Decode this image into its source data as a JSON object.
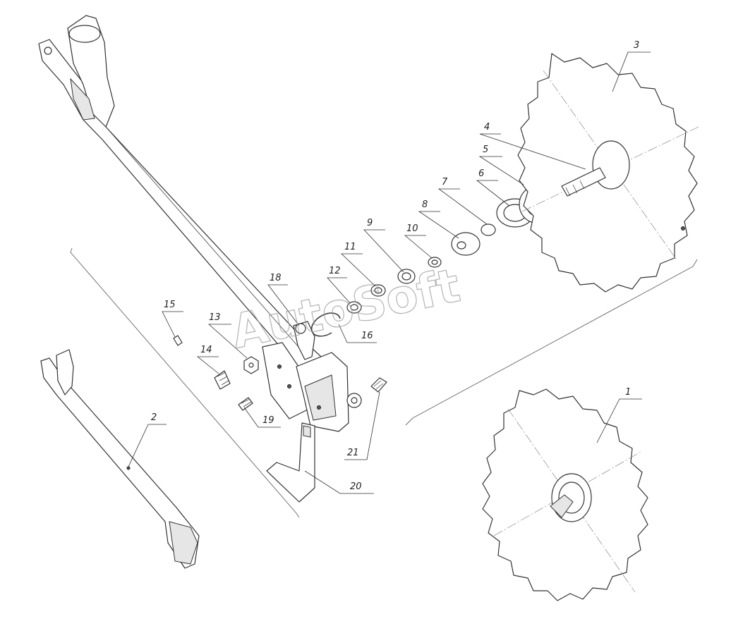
{
  "callouts": [
    {
      "id": "c1",
      "label": "1"
    },
    {
      "id": "c2",
      "label": "2"
    },
    {
      "id": "c3",
      "label": "3"
    },
    {
      "id": "c4",
      "label": "4"
    },
    {
      "id": "c5",
      "label": "5"
    },
    {
      "id": "c6",
      "label": "6"
    },
    {
      "id": "c7",
      "label": "7"
    },
    {
      "id": "c8",
      "label": "8"
    },
    {
      "id": "c9",
      "label": "9"
    },
    {
      "id": "c10",
      "label": "10"
    },
    {
      "id": "c11",
      "label": "11"
    },
    {
      "id": "c12",
      "label": "12"
    },
    {
      "id": "c13",
      "label": "13"
    },
    {
      "id": "c14",
      "label": "14"
    },
    {
      "id": "c15",
      "label": "15"
    },
    {
      "id": "c16",
      "label": "16"
    },
    {
      "id": "c18",
      "label": "18"
    },
    {
      "id": "c19",
      "label": "19"
    },
    {
      "id": "c20",
      "label": "20"
    },
    {
      "id": "c21",
      "label": "21"
    }
  ],
  "watermark": {
    "text": "AutoSoft"
  }
}
